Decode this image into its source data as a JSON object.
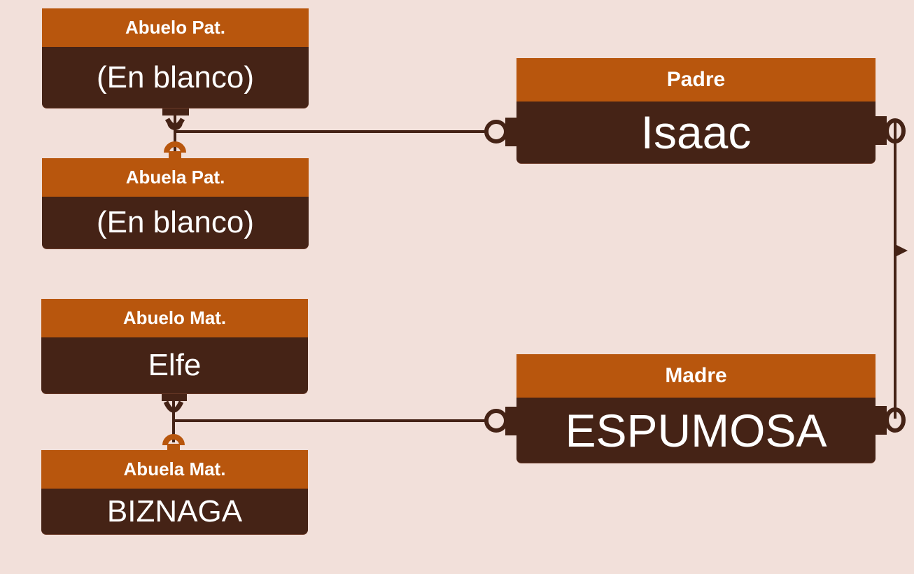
{
  "colors": {
    "background": "#f2e0da",
    "header": "#b8560d",
    "value_box": "#452316",
    "connector": "#452316",
    "connector_accent": "#b8560d"
  },
  "nodes": {
    "abuelo_pat": {
      "label": "Abuelo Pat.",
      "value": "(En blanco)"
    },
    "abuela_pat": {
      "label": "Abuela Pat.",
      "value": "(En blanco)"
    },
    "abuelo_mat": {
      "label": "Abuelo Mat.",
      "value": "Elfe"
    },
    "abuela_mat": {
      "label": "Abuela Mat.",
      "value": "BIZNAGA"
    },
    "padre": {
      "label": "Padre",
      "value": "Isaac"
    },
    "madre": {
      "label": "Madre",
      "value": "ESPUMOSA"
    }
  }
}
